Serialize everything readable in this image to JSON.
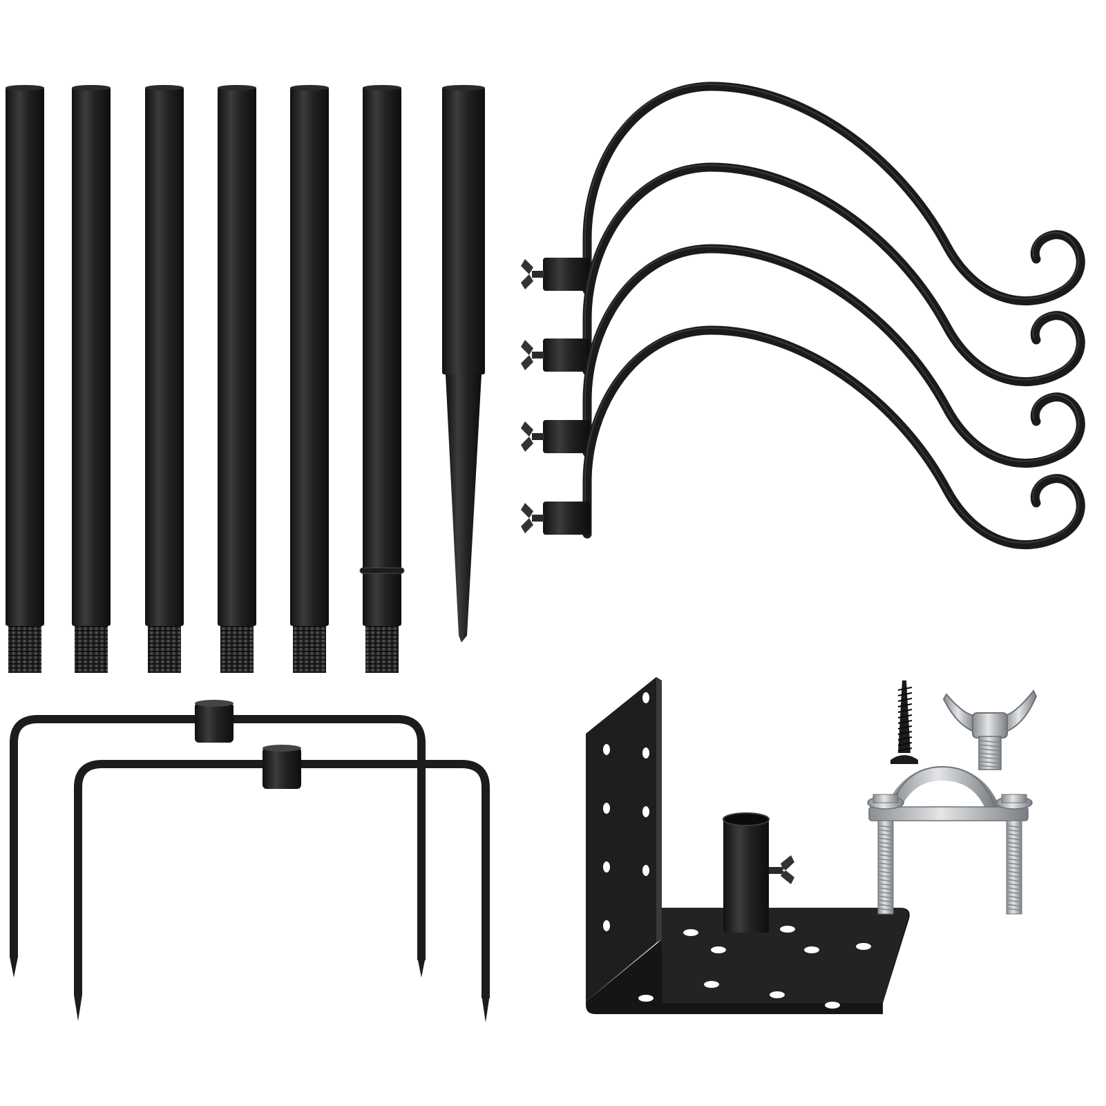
{
  "image": {
    "subject": "shepherd-hook-pole-kit",
    "background_color": "#ffffff"
  },
  "colors": {
    "metal_black": "#1b1b1b",
    "metal_highlight": "#4a4a4a",
    "steel": "#b9bcbf",
    "steel_dark": "#7d8186",
    "hole": "#ffffff"
  },
  "counts": {
    "extension_poles": 6,
    "spike_poles": 1,
    "hanging_hooks": 4,
    "ground_stakes": 2,
    "mounting_brackets": 1
  },
  "icons": {
    "pole": "pole-icon",
    "hook": "hook-icon",
    "stake": "ground-stake-icon",
    "bracket": "mount-bracket-icon",
    "screw": "screw-icon",
    "wing_nut": "wing-nut-icon",
    "clamp": "u-clamp-icon"
  }
}
